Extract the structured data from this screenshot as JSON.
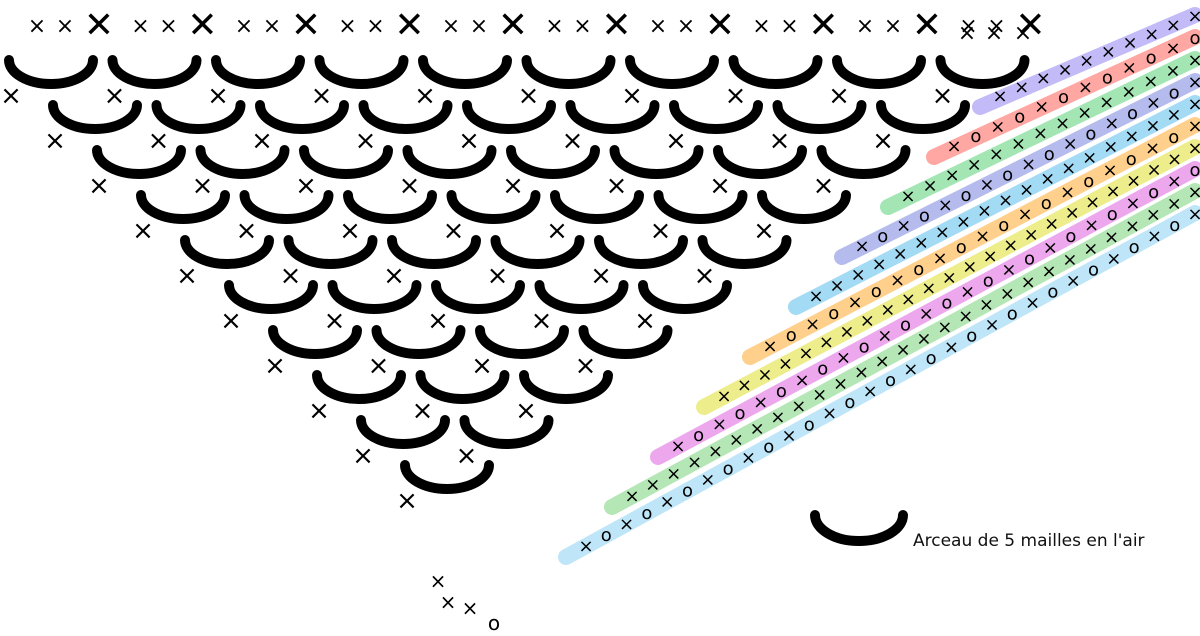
{
  "legend": {
    "label": "Arceau de 5 mailles en l'air",
    "symbol_icon": "chain-arch-icon"
  },
  "diagram": {
    "title": "",
    "arch_rows": [
      10,
      9,
      8,
      7,
      6,
      5,
      4,
      3,
      2,
      1
    ],
    "stripe_colors": [
      "#7b68ee",
      "#ff3b30",
      "#34c759",
      "#5b6bd6",
      "#32ade6",
      "#ff9500",
      "#d6d600",
      "#d63bd6",
      "#5ac85a",
      "#6ec6f0"
    ],
    "stitch_symbols": {
      "single_crochet": "×",
      "chain": "o",
      "double_mark": "✕"
    }
  }
}
